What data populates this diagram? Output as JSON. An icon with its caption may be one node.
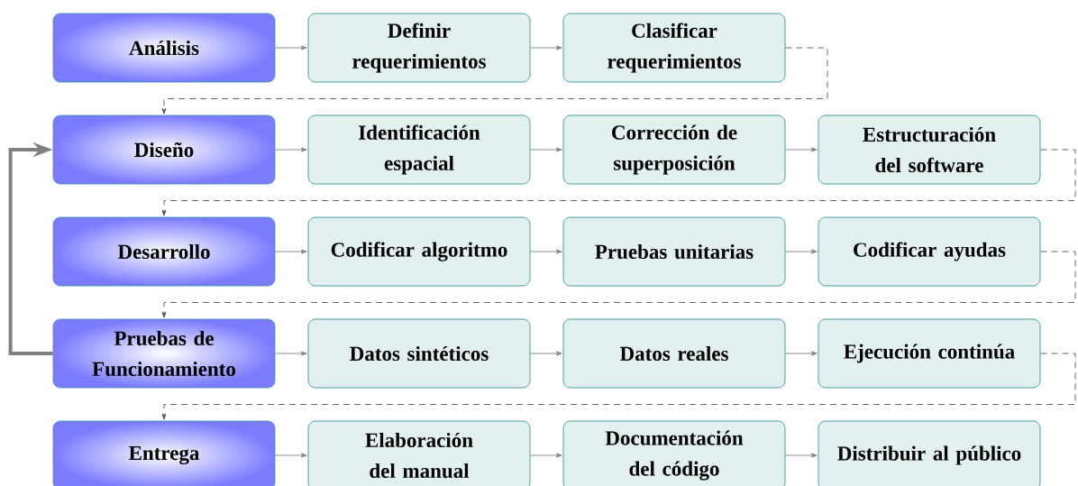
{
  "diagram": {
    "nodes": [
      {
        "text": [
          "Análisis"
        ]
      },
      {
        "text": [
          "Definir requerimientos"
        ]
      },
      {
        "text": [
          "Clasificar requerimientos"
        ]
      },
      {
        "text": [
          "Diseño"
        ]
      },
      {
        "text": [
          "Identificación espacial"
        ]
      },
      {
        "text": [
          "Corrección de superposición"
        ]
      },
      {
        "text": [
          "Estructuración del software"
        ]
      },
      {
        "text": [
          "Desarrollo"
        ]
      },
      {
        "text": [
          "Codificar algoritmo"
        ]
      },
      {
        "text": [
          "Pruebas unitarias"
        ]
      },
      {
        "text": [
          "Codificar ayudas"
        ]
      },
      {
        "text": [
          "Pruebas de Funcionamiento"
        ]
      },
      {
        "text": [
          "Datos sintéticos"
        ]
      },
      {
        "text": [
          "Datos reales"
        ]
      },
      {
        "text": [
          "Ejecución continúa"
        ]
      },
      {
        "text": [
          "Entrega"
        ]
      },
      {
        "text": [
          "Elaboración del manual"
        ]
      },
      {
        "text": [
          "Documentación del código"
        ]
      },
      {
        "text": [
          "Distribuir al público"
        ]
      }
    ],
    "edges": [
      {
        "from": 0,
        "to": 1,
        "arrow": "to"
      },
      {
        "from": 1,
        "to": 2,
        "arrow": "to"
      },
      {
        "from": 2,
        "to": 3,
        "arrow": "to",
        "style": "dashed"
      },
      {
        "from": 3,
        "to": 4,
        "arrow": "to"
      },
      {
        "from": 4,
        "to": 5,
        "arrow": "to"
      },
      {
        "from": 5,
        "to": 6,
        "arrow": "to"
      },
      {
        "from": 6,
        "to": 7,
        "arrow": "to",
        "style": "dashed"
      },
      {
        "from": 7,
        "to": 8,
        "arrow": "to"
      },
      {
        "from": 8,
        "to": 9,
        "arrow": "to"
      },
      {
        "from": 9,
        "to": 10,
        "arrow": "to"
      },
      {
        "from": 10,
        "to": 11,
        "arrow": "to",
        "style": "dashed"
      },
      {
        "from": 11,
        "to": 12,
        "arrow": "to"
      },
      {
        "from": 12,
        "to": 13,
        "arrow": "to"
      },
      {
        "from": 13,
        "to": 14,
        "arrow": "to"
      },
      {
        "from": 14,
        "to": 15,
        "arrow": "to",
        "style": "dashed"
      },
      {
        "from": 15,
        "to": 16,
        "arrow": "to"
      },
      {
        "from": 16,
        "to": 17,
        "arrow": "to"
      },
      {
        "from": 17,
        "to": 18,
        "arrow": "to"
      },
      {
        "from": 11,
        "to": 3,
        "arrow": "to",
        "style": "thick"
      }
    ]
  }
}
